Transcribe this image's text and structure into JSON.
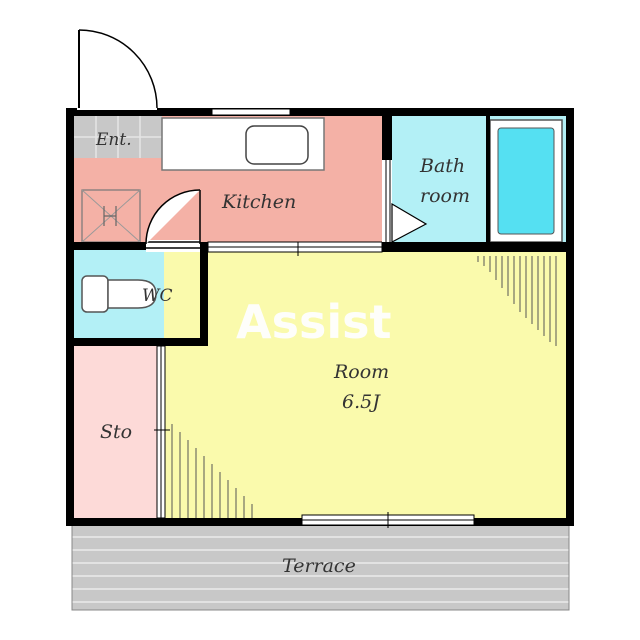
{
  "watermark": "Assist",
  "rooms": {
    "entrance": "Ent.",
    "kitchen": "Kitchen",
    "bath_line1": "Bath",
    "bath_line2": "room",
    "wc": "WC",
    "room_line1": "Room",
    "room_line2": "6.5J",
    "storage": "Sto",
    "terrace": "Terrace"
  },
  "colors": {
    "kitchen": "#f4b1a6",
    "bath": "#b3f0f6",
    "bathtub": "#55e0f2",
    "wc": "#b3f0f6",
    "room": "#fafaac",
    "storage": "#fddad8",
    "terrace": "#c8c8c8",
    "entrance": "#c8c8c8",
    "wall": "#000000"
  }
}
